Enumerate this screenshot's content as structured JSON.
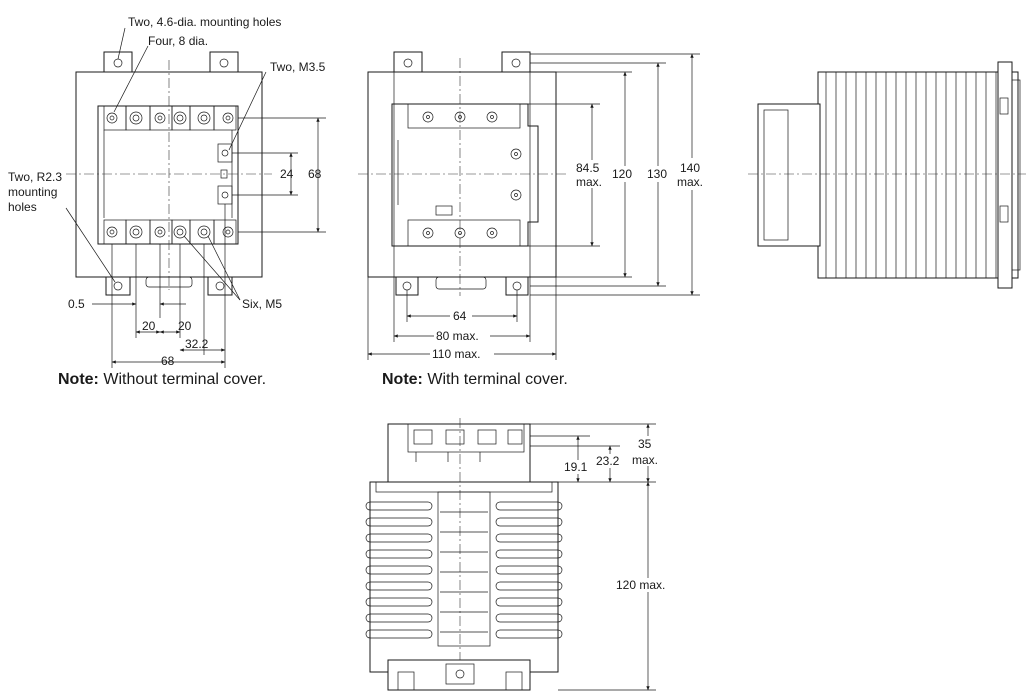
{
  "views": {
    "front_without_cover": {
      "note_bold": "Note:",
      "note_text": " Without terminal cover.",
      "callouts": {
        "mounting_holes": "Two, 4.6-dia. mounting holes",
        "four_holes": "Four, 8 dia.",
        "m35": "Two, M3.5",
        "r23_line1": "Two, R2.3",
        "r23_line2": "mounting",
        "r23_line3": "holes",
        "m5": "Six, M5"
      },
      "dims": {
        "d68_vertical": "68",
        "d24": "24",
        "d05": "0.5",
        "d20a": "20",
        "d20b": "20",
        "d322": "32.2",
        "d68_horizontal": "68"
      }
    },
    "front_with_cover": {
      "note_bold": "Note:",
      "note_text": " With terminal cover.",
      "dims": {
        "d845_line1": "84.5",
        "d845_line2": "max.",
        "d120": "120",
        "d130": "130",
        "d140_line1": "140",
        "d140_line2": "max.",
        "d64": "64",
        "d80": "80 max.",
        "d110": "110 max."
      }
    },
    "side": {},
    "bottom_view": {
      "dims": {
        "d35_line1": "35",
        "d35_line2": "max.",
        "d191": "19.1",
        "d232": "23.2",
        "d120max": "120 max."
      }
    }
  },
  "colors": {
    "line": "#1a1a1a",
    "background": "#ffffff"
  }
}
